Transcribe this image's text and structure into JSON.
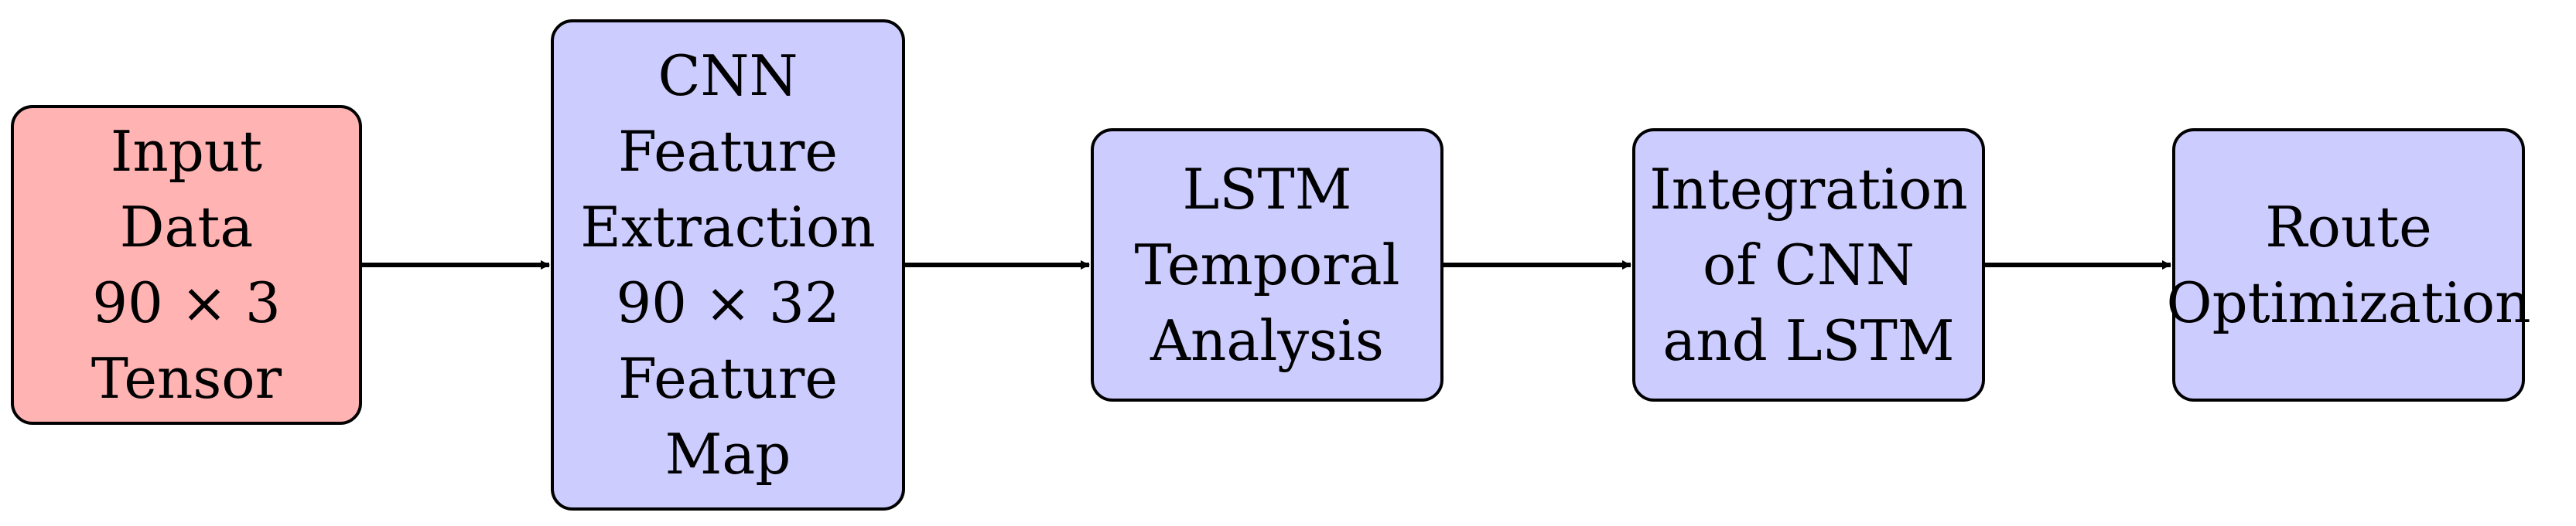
{
  "diagram": {
    "nodes": [
      {
        "id": "input",
        "label": "Input\nData\n90 × 3\nTensor",
        "fill": "#ffb3b3"
      },
      {
        "id": "cnn",
        "label": "CNN\nFeature\nExtraction\n90 × 32\nFeature\nMap",
        "fill": "#ccccff"
      },
      {
        "id": "lstm",
        "label": "LSTM\nTemporal\nAnalysis",
        "fill": "#ccccff"
      },
      {
        "id": "integ",
        "label": "Integration\nof CNN\nand LSTM",
        "fill": "#ccccff"
      },
      {
        "id": "route",
        "label": "Route\nOptimization",
        "fill": "#ccccff"
      }
    ],
    "edges": [
      {
        "from": "input",
        "to": "cnn"
      },
      {
        "from": "cnn",
        "to": "lstm"
      },
      {
        "from": "lstm",
        "to": "integ"
      },
      {
        "from": "integ",
        "to": "route"
      }
    ],
    "colors": {
      "input_fill": "#ffb3b3",
      "process_fill": "#ccccff",
      "stroke": "#000000"
    }
  }
}
